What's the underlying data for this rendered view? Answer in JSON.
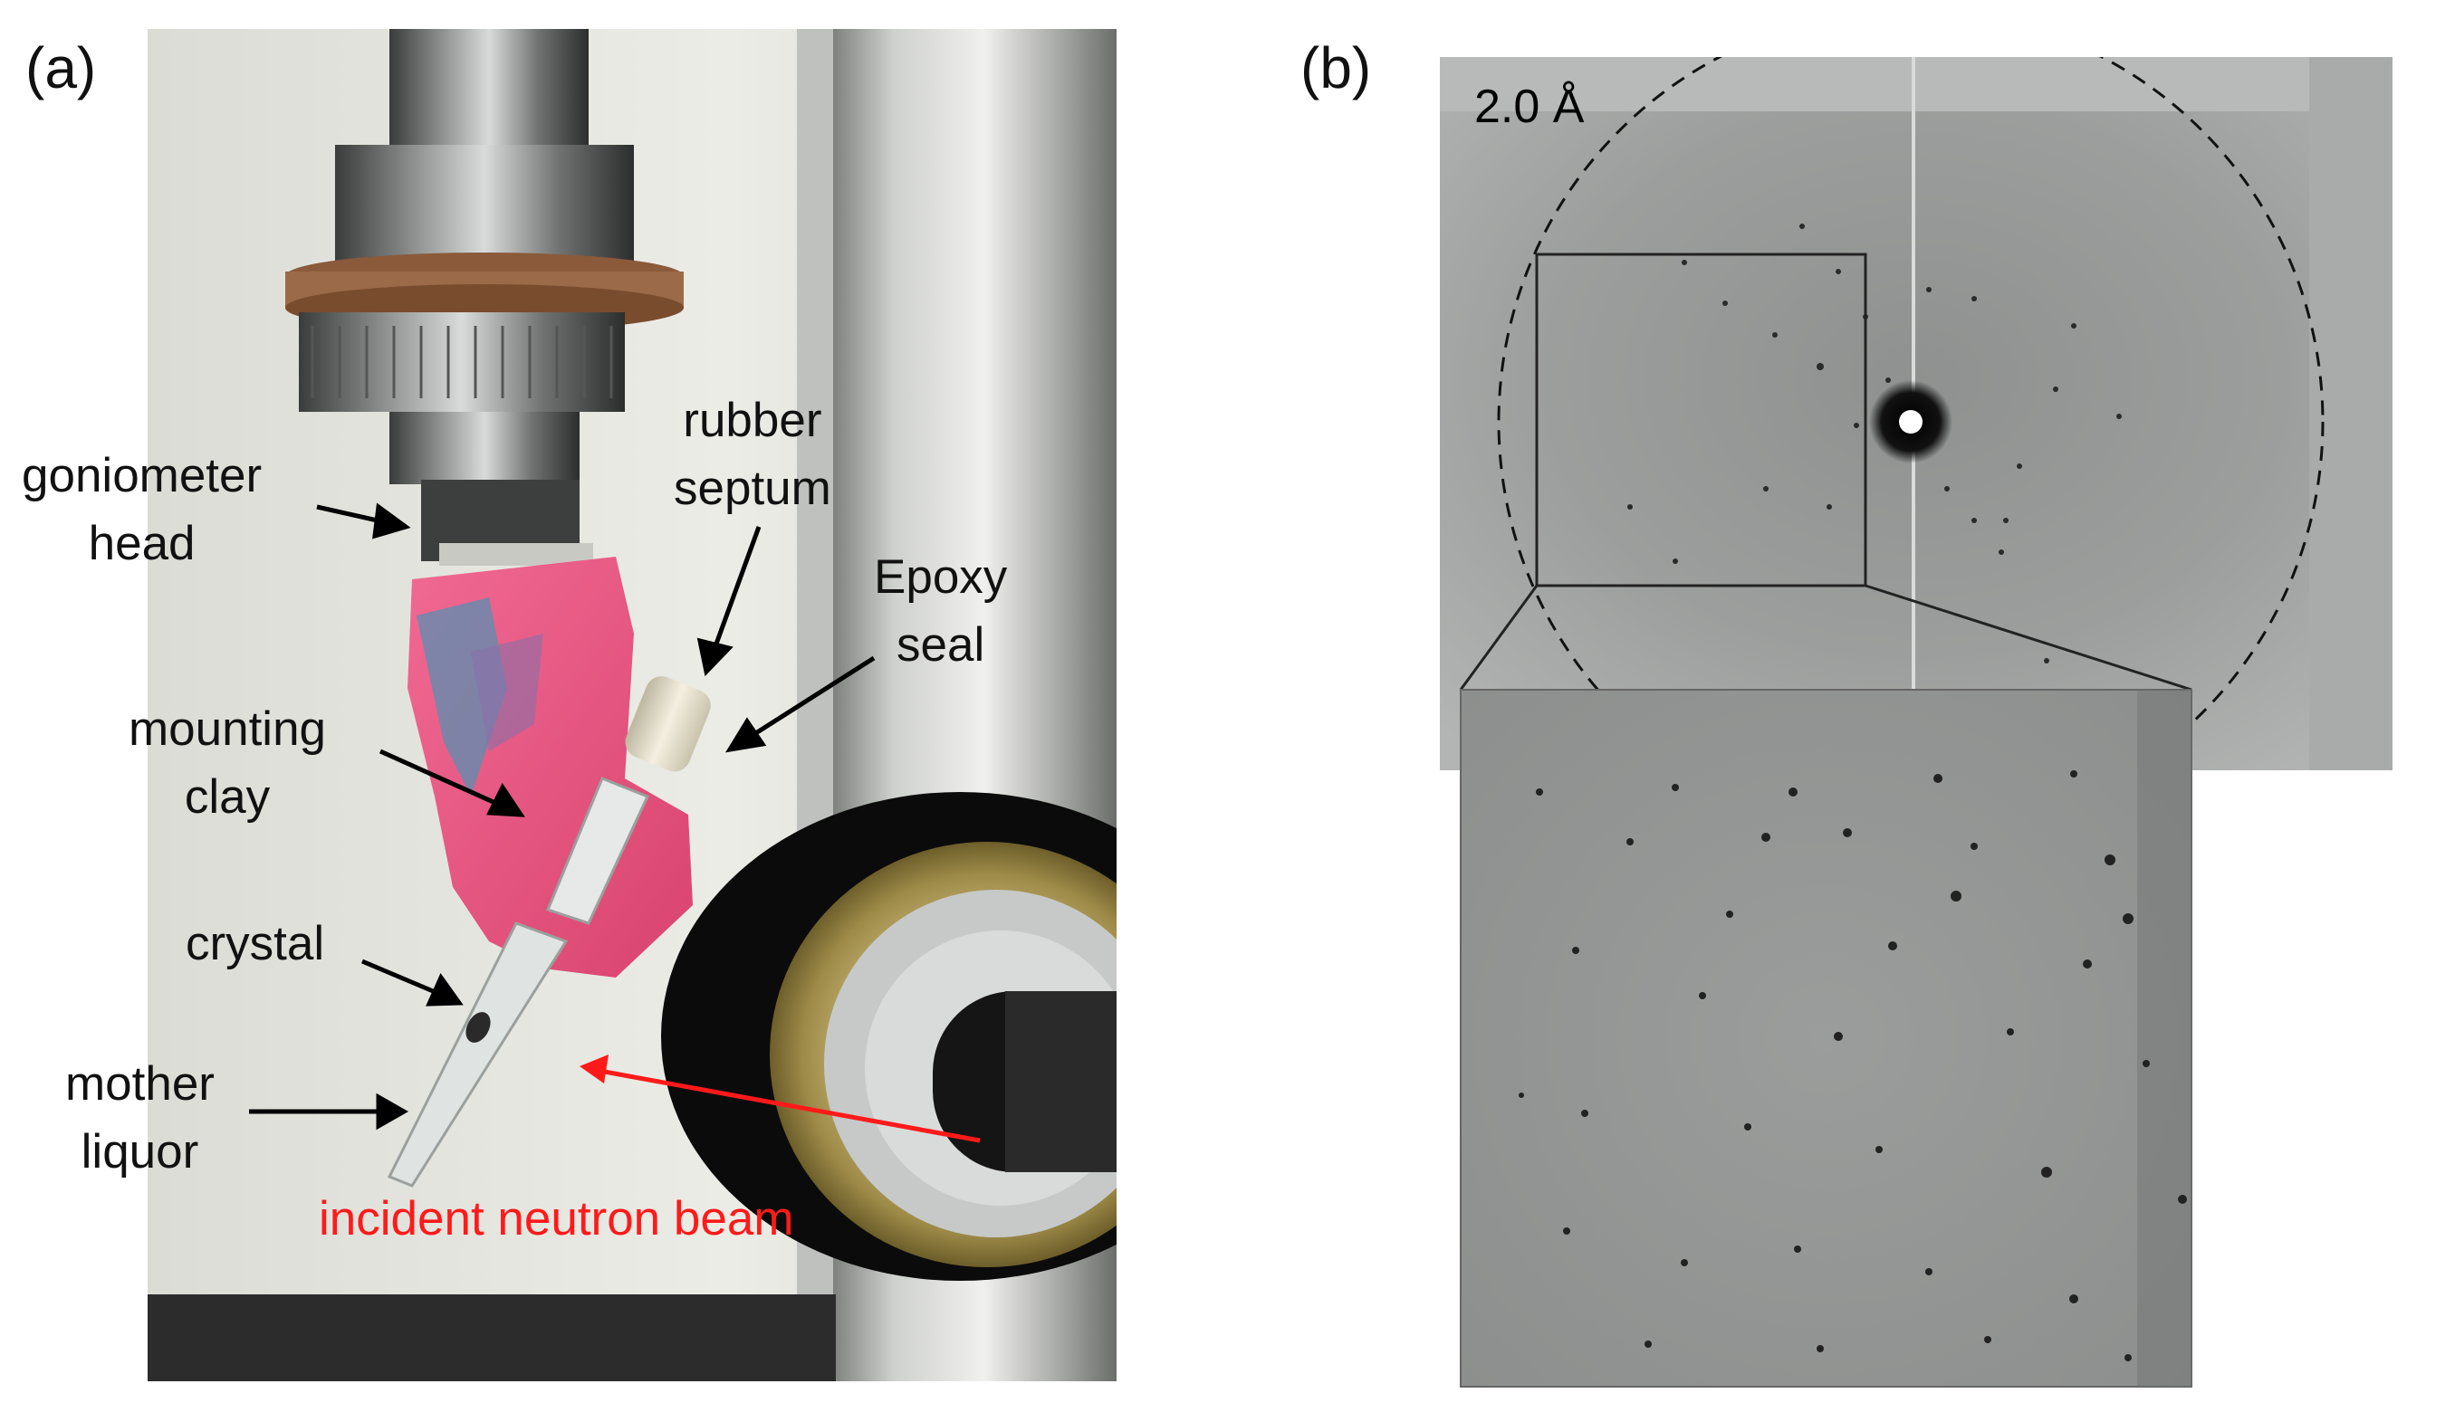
{
  "panel_a": {
    "label": "(a)",
    "annotations": {
      "goniometer_head": [
        "goniometer",
        "head"
      ],
      "rubber_septum": [
        "rubber",
        "septum"
      ],
      "epoxy_seal": [
        "Epoxy",
        "seal"
      ],
      "mounting_clay": [
        "mounting",
        "clay"
      ],
      "crystal": "crystal",
      "mother_liquor": [
        "mother",
        "liquor"
      ],
      "incident_beam": "incident neutron beam"
    }
  },
  "panel_b": {
    "label": "(b)",
    "resolution_label": "2.0 Å"
  },
  "colors": {
    "beam_annotation": "#ff1a1a",
    "mounting_clay": "#e8557f",
    "detector_background": "#a6a8a7"
  }
}
